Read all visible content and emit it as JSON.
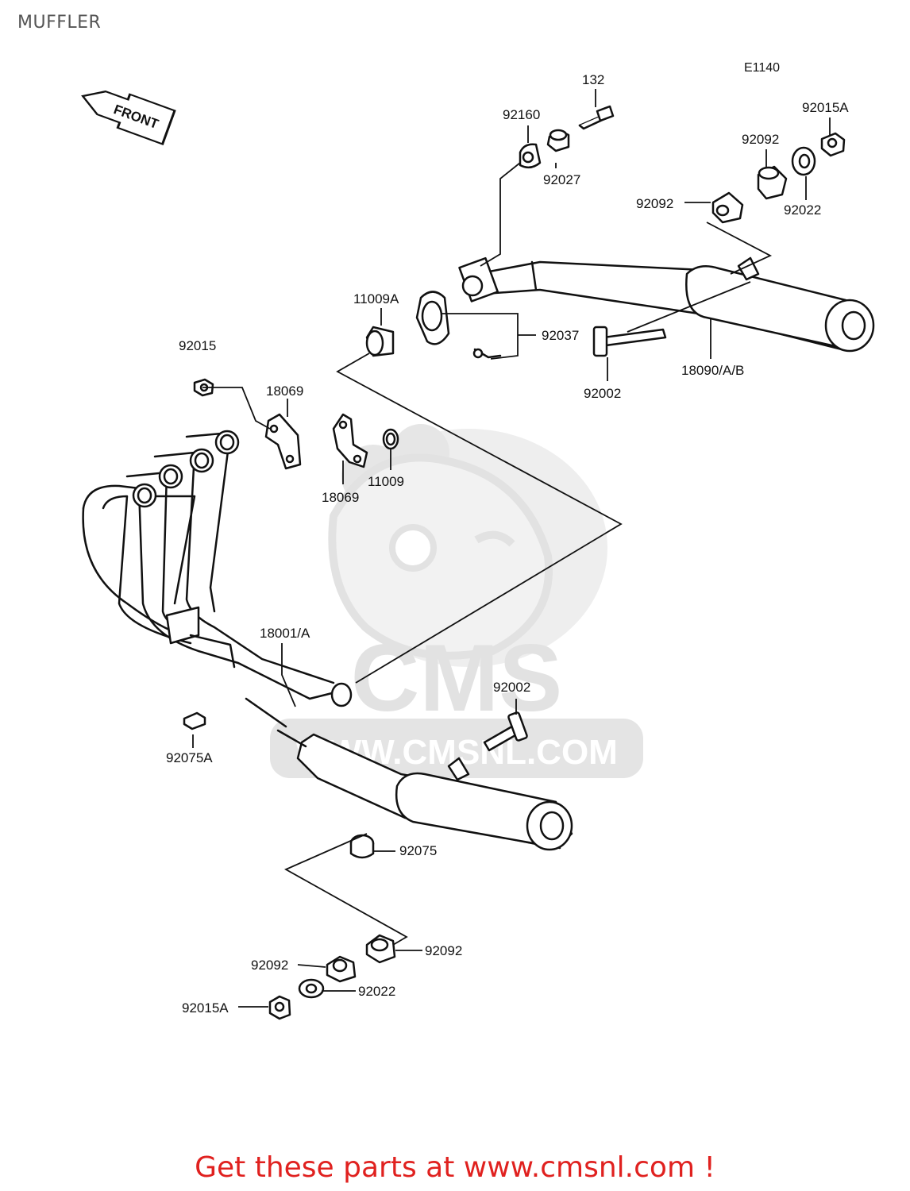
{
  "page_title": "MUFFLER",
  "diagram_code": "E1140",
  "front_arrow_text": "FRONT",
  "watermark": {
    "brand": "CMS",
    "url": "WWW.CMSNL.COM",
    "color": "#e5e5e5"
  },
  "call_to_action": "Get these parts at www.cmsnl.com !",
  "colors": {
    "cta": "#e0211f",
    "ink": "#111111"
  },
  "part_labels": [
    "132",
    "92160",
    "92027",
    "92015A",
    "92092",
    "92092",
    "92022",
    "11009A",
    "92037",
    "92002",
    "18090/A/B",
    "92015",
    "18069",
    "18069",
    "11009",
    "18001/A",
    "92002",
    "92075A",
    "92075",
    "92092",
    "92092",
    "92022",
    "92015A"
  ]
}
